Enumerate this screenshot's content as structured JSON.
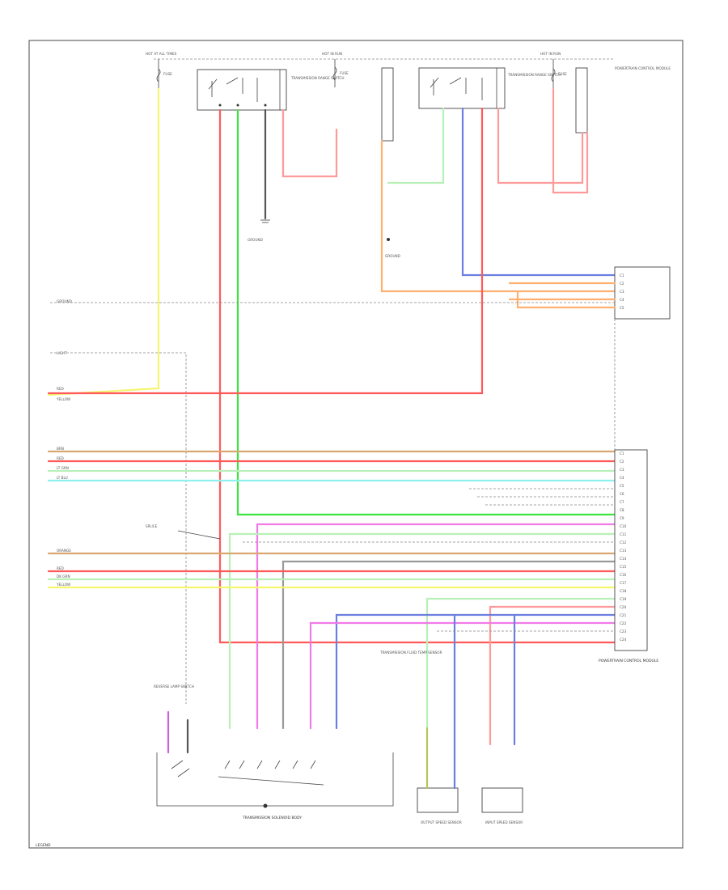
{
  "diagram": {
    "fuses": [
      {
        "label": "HOT AT ALL TIMES",
        "sub": "FUSE"
      },
      {
        "label": "HOT IN RUN",
        "sub": "FUSE"
      },
      {
        "label": "HOT IN RUN",
        "sub": "FUSE"
      }
    ],
    "components": {
      "switch_left": "TRANSMISSION RANGE SWITCH",
      "switch_right": "TRANSMISSION RANGE SWITCH",
      "top_right_module": "POWERTRAIN CONTROL MODULE",
      "ground_left": "GROUND",
      "ground_middle": "GROUND",
      "pcm": "POWERTRAIN CONTROL MODULE",
      "splice_note": "SPLICE",
      "trans_solenoid": "TRANSMISSION SOLENOID BODY",
      "output_sensor": "OUTPUT SPEED SENSOR",
      "input_sensor": "INPUT SPEED SENSOR",
      "reverse_switch": "REVERSE LAMP SWITCH",
      "temp_sensor": "TRANSMISSION FLUID TEMP SENSOR",
      "left_edge_label": "LEGEND"
    },
    "left_labels": [
      "GROUND",
      "LIGHT",
      "RED",
      "YELLOW",
      "BRN",
      "RED",
      "LT GRN",
      "LT BLU",
      "ORANGE",
      "RED",
      "DK GRN",
      "YELLOW"
    ],
    "pcm_pins": [
      "C1",
      "C2",
      "C3",
      "C4",
      "C5",
      "C6",
      "C7",
      "C8",
      "C9",
      "C10",
      "C11",
      "C12",
      "C13",
      "C14",
      "C15",
      "C16",
      "C17",
      "C18",
      "C19",
      "C20",
      "C21",
      "C22",
      "C23",
      "C24"
    ],
    "top_pins": [
      "C1",
      "C2",
      "C3",
      "C4",
      "C5"
    ],
    "footer": "LEGEND"
  },
  "colors": {
    "red": "#ff5a5a",
    "green": "#3ee43e",
    "yellow": "#f5f56e",
    "orange": "#ffb070",
    "blue": "#6b7fe0",
    "pink": "#f07ae6",
    "cyan": "#8ff0f0"
  }
}
